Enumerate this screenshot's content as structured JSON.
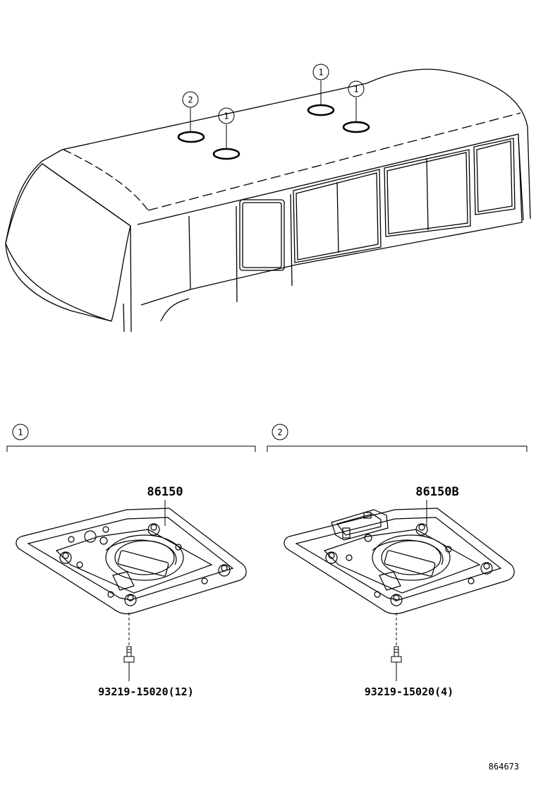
{
  "callouts": {
    "roof_1a": "1",
    "roof_1b": "1",
    "roof_1c": "1",
    "roof_2": "2"
  },
  "sections": [
    {
      "number": "1",
      "part_number": "86150",
      "bolt": "93219-15020(12)"
    },
    {
      "number": "2",
      "part_number": "86150B",
      "bolt": "93219-15020(4)"
    }
  ],
  "reference": "864673"
}
